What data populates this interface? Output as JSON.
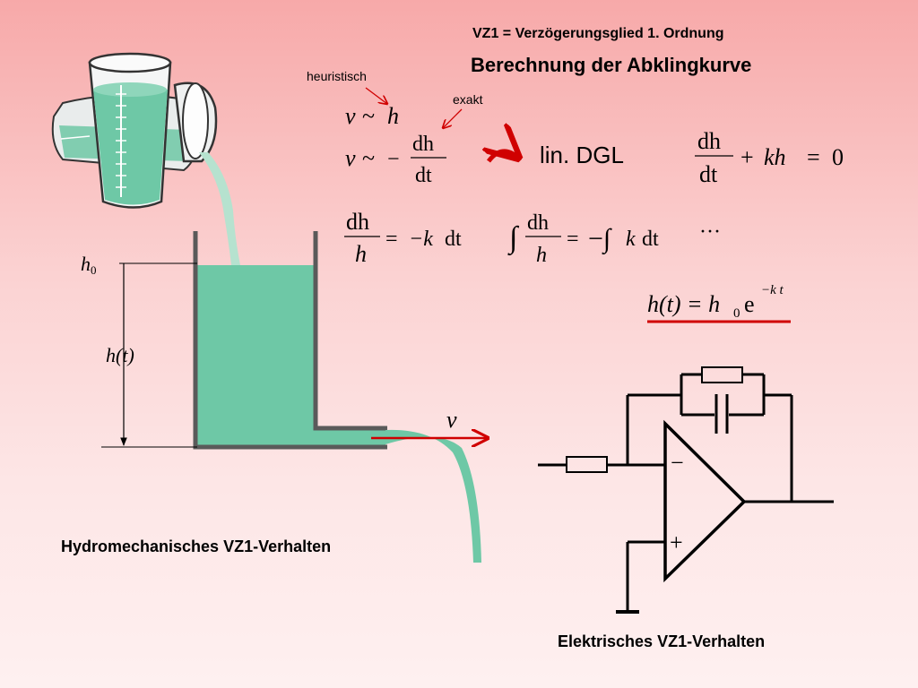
{
  "header": {
    "subtitle": "VZ1 = Verzögerungsglied 1. Ordnung",
    "title": "Berechnung der Abklingkurve"
  },
  "annotations": {
    "heuristic": "heuristisch",
    "exact": "exakt",
    "lin_dgl": "lin. DGL"
  },
  "captions": {
    "hydro": "Hydromechanisches VZ1-Verhalten",
    "electric": "Elektrisches VZ1-Verhalten"
  },
  "tank": {
    "h0": "h",
    "h0_sub": "0",
    "ht": "h(t)",
    "v": "v"
  },
  "equations": {
    "eq1": [
      "v",
      "~",
      "h"
    ],
    "eq2": [
      "v",
      "~",
      "−",
      "dh",
      "dt"
    ],
    "ode": [
      "dh",
      "dt",
      "+",
      "kh",
      "=",
      "0"
    ],
    "sep": [
      "dh",
      "h",
      "=",
      "−k",
      "dt"
    ],
    "int": [
      "∫",
      "dh",
      "h",
      "=",
      "−∫",
      "k",
      "dt"
    ],
    "dots": "···",
    "result": [
      "h(t) = h",
      "0",
      "e",
      "−k t"
    ]
  },
  "opamp": {
    "minus": "−",
    "plus": "+"
  },
  "colors": {
    "water": "#6ec8a6",
    "accent_red": "#d00000",
    "wall": "#555555"
  }
}
